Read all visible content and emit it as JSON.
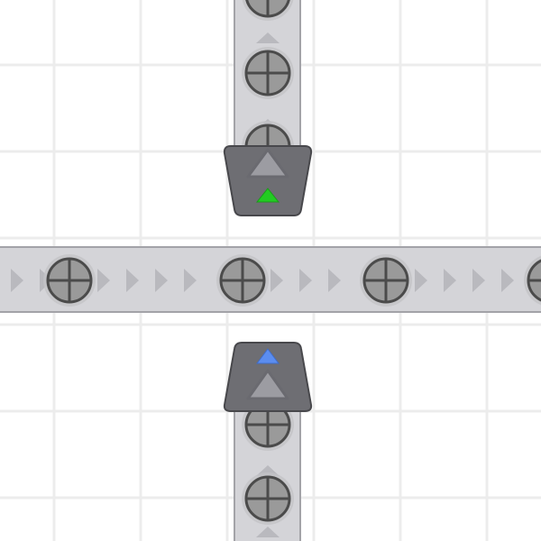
{
  "colors": {
    "background": "#ffffff",
    "grid": "#ececec",
    "belt_fill": "#d4d4d8",
    "belt_border": "#a3a3a8",
    "belt_chevron": "#b9b9be",
    "roller_fill": "#9a9a9a",
    "roller_outline": "#4b4b4b",
    "roller_halo": "#c3c3c7",
    "gate_body": "#6e6e73",
    "gate_border": "#48484c",
    "gate_arrow": "#9c9ca2",
    "green_indicator": "#22cc22",
    "blue_indicator": "#5b8df0"
  },
  "icons": {
    "roller": "crosshair-roller-icon",
    "chevron": "chevron-right-icon",
    "gate_arrow": "triangle-up-icon",
    "status": "triangle-indicator-icon"
  },
  "conveyors": {
    "horizontal": {
      "direction": "right",
      "roller_count": 4
    },
    "vertical_top": {
      "direction": "up",
      "roller_count": 3
    },
    "vertical_bottom": {
      "direction": "up",
      "roller_count": 2
    }
  },
  "gates": [
    {
      "id": "top-gate",
      "status": "green"
    },
    {
      "id": "bottom-gate",
      "status": "blue"
    }
  ]
}
